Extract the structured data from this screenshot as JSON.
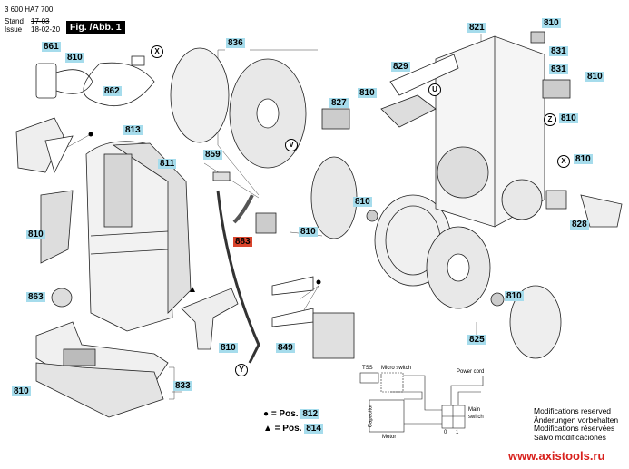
{
  "header": {
    "doc_number": "3 600 HA7 700",
    "stand_label": "Stand",
    "issue_label": "Issue",
    "stand_date": "17-03",
    "issue_date": "18-02-20",
    "figure": "Fig. /Abb. 1"
  },
  "labels": [
    "861",
    "810",
    "862",
    "836",
    "813",
    "811",
    "859",
    "810",
    "883",
    "810",
    "810",
    "827",
    "810",
    "829",
    "821",
    "810",
    "831",
    "831",
    "810",
    "810",
    "810",
    "828",
    "863",
    "810",
    "849",
    "825",
    "810",
    "833",
    "810"
  ],
  "reference_marks": [
    "X",
    "V",
    "U",
    "Z",
    "X",
    "Y"
  ],
  "legend": {
    "dot_line": "● = Pos.",
    "dot_pos": "812",
    "tri_line": "▲ = Pos.",
    "tri_pos": "814"
  },
  "wiring": {
    "tss": "TSS",
    "micro_switch": "Micro switch",
    "power_cord": "Power cord",
    "capacitor": "Capacitor",
    "motor": "Motor",
    "main_switch_1": "Main",
    "main_switch_2": "switch",
    "pos0": "0",
    "pos1": "1"
  },
  "notes": [
    "Modifications reserved",
    "Änderungen vorbehalten",
    "Modifications réservées",
    "Salvo modificaciones"
  ],
  "watermark": "www.axistools.ru",
  "colors": {
    "label_bg": "#a6dcec",
    "highlight_label_bg": "#d9442c",
    "watermark": "#d8201c"
  }
}
